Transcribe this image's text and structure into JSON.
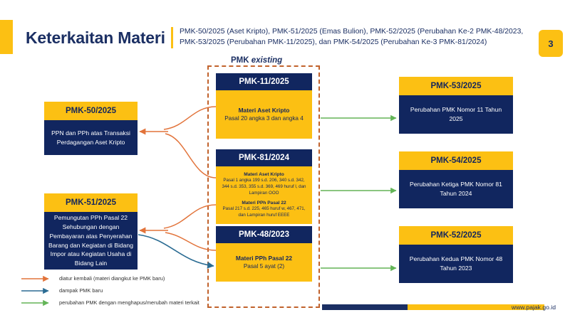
{
  "header": {
    "title": "Keterkaitan Materi",
    "subtitle": "PMK-50/2025 (Aset Kripto), PMK-51/2025 (Emas Bulion), PMK-52/2025 (Perubahan Ke-2 PMK-48/2023, PMK-53/2025 (Perubahan PMK-11/2025), dan PMK-54/2025 (Perubahan Ke-3 PMK-81/2024)",
    "page_number": "3"
  },
  "diagram": {
    "existing_group_label_main": "PMK ",
    "existing_group_label_italic": "existing",
    "left_column": [
      {
        "head": "PMK-50/2025",
        "body": "PPN dan PPh atas Transaksi Perdagangan Aset Kripto"
      },
      {
        "head": "PMK-51/2025",
        "body": "Pemungutan PPh Pasal 22 Sehubungan dengan Pembayaran atas Penyerahan Barang dan Kegiatan di Bidang Impor atau Kegiatan Usaha di Bidang Lain"
      }
    ],
    "middle_column": [
      {
        "head": "PMK-11/2025",
        "sections": [
          {
            "title": "Materi Aset Kripto",
            "detail": "Pasal 20 angka 3 dan angka 4"
          }
        ]
      },
      {
        "head": "PMK-81/2024",
        "sections": [
          {
            "title": "Materi Aset Kripto",
            "detail": "Pasal 1 angka 199 s.d. 206, 340 s.d. 342, 344 s.d. 353, 355 s.d. 369, 469 huruf l, dan Lampiran OOO"
          },
          {
            "title": "Materi PPh Pasal 22",
            "detail": "Pasal 217 s.d. 225, 465 huruf w, 467, 471, dan Lampiran huruf EEEE"
          }
        ]
      },
      {
        "head": "PMK-48/2023",
        "sections": [
          {
            "title": "Materi PPh Pasal 22",
            "detail": "Pasal 5 ayat (2)"
          }
        ]
      }
    ],
    "right_column": [
      {
        "head": "PMK-53/2025",
        "body": "Perubahan PMK Nomor 11 Tahun 2025"
      },
      {
        "head": "PMK-54/2025",
        "body": "Perubahan Ketiga PMK Nomor 81 Tahun 2024"
      },
      {
        "head": "PMK-52/2025",
        "body": "Perubahan Kedua PMK Nomor 48 Tahun 2023"
      }
    ]
  },
  "legend": [
    {
      "color": "#e2733a",
      "label": "diatur kembali (materi diangkut ke PMK baru)"
    },
    {
      "color": "#2b6c93",
      "label": "dampak PMK baru"
    },
    {
      "color": "#63b457",
      "label": "perubahan PMK dengan menghapus/merubah materi terkait"
    }
  ],
  "footer": {
    "url": "www.pajak.go.id"
  },
  "colors": {
    "navy": "#11265f",
    "yellow": "#fcc013",
    "orange_dash": "#c1622c",
    "legend_orange": "#e2733a",
    "legend_blue": "#2b6c93",
    "legend_green": "#63b457"
  }
}
